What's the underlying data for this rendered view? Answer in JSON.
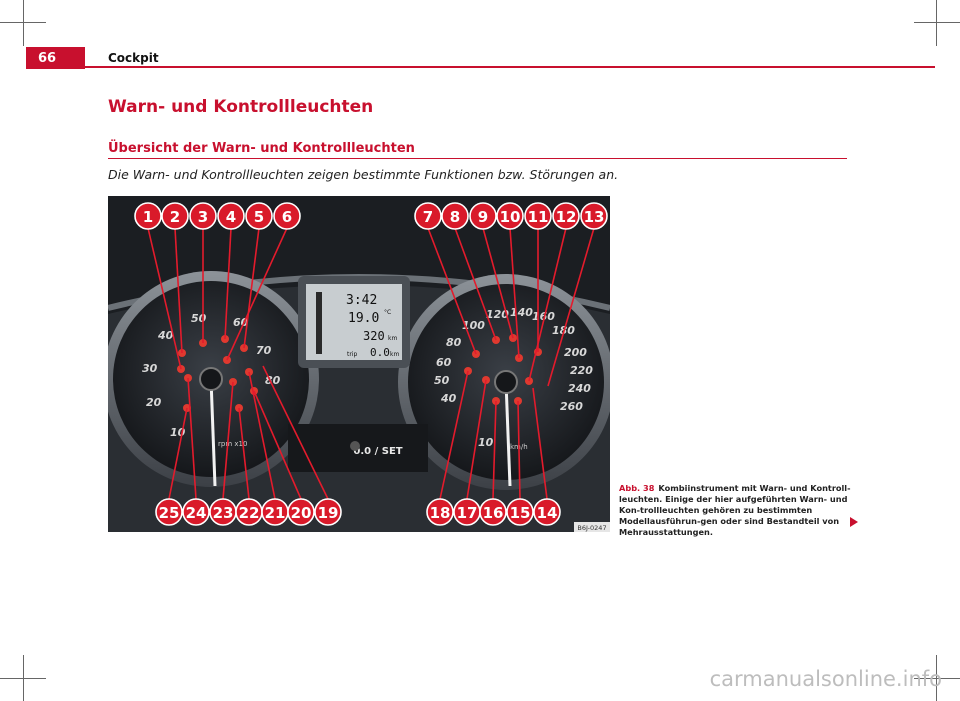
{
  "header": {
    "page_number": "66",
    "section": "Cockpit"
  },
  "heading": {
    "title": "Warn- und Kontrollleuchten",
    "subtitle": "Übersicht der Warn- und Kontrollleuchten"
  },
  "intro": "Die Warn- und Kontrollleuchten zeigen bestimmte Funktionen bzw. Störungen an.",
  "figure": {
    "display": {
      "time": "3:42",
      "temperature": "19.0",
      "temp_unit": "°C",
      "distance": "320",
      "distance_unit": "km",
      "trip_label": "trip",
      "trip_value": "0.0",
      "trip_unit": "km",
      "dial_unit": "km/h",
      "rpm_unit": "rpm x10",
      "set_label": "0.0 / SET"
    },
    "tach_labels": [
      "10",
      "20",
      "30",
      "40",
      "50",
      "60",
      "70",
      "80"
    ],
    "speed_labels": [
      "10",
      "40",
      "50",
      "60",
      "80",
      "100",
      "120",
      "140",
      "160",
      "180",
      "200",
      "220",
      "240",
      "260"
    ],
    "callouts_top": [
      "1",
      "2",
      "3",
      "4",
      "5",
      "6",
      "7",
      "8",
      "9",
      "10",
      "11",
      "12",
      "13"
    ],
    "callouts_bottom": [
      "25",
      "24",
      "23",
      "22",
      "21",
      "20",
      "19",
      "18",
      "17",
      "16",
      "15",
      "14"
    ],
    "code": "B6J-0247"
  },
  "caption": {
    "label": "Abb. 38",
    "text": "Kombiinstrument mit Warn- und Kontroll-leuchten. Einige der hier aufgeführten Warn- und Kon-trollleuchten gehören zu bestimmten Modellausführun-gen oder sind Bestandteil von Mehrausstattungen."
  },
  "watermark": "carmanualsonline.info",
  "colors": {
    "accent": "#c8102e",
    "callout": "#d91a2a",
    "lamp": "#e0392f"
  }
}
